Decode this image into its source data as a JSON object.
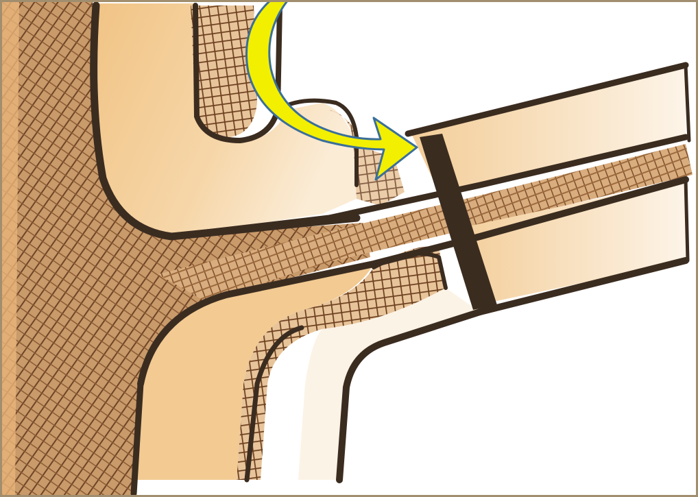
{
  "figure": {
    "type": "hand-drawn anatomical cross-section illustration",
    "text": "",
    "colors": {
      "background": "#ffffff",
      "frame": "#a08e6e",
      "tan_fill": "#f1c486",
      "tan_light": "#f8dfb8",
      "brown_hatch": "#7a4e2a",
      "outline": "#3b2c20",
      "arrow_fill": "#f2ef00",
      "arrow_edge": "#3a6f9a"
    },
    "regions": [
      {
        "name": "outer-hatched-mass",
        "pattern": "crosshatch"
      },
      {
        "name": "upper-tan-chamber",
        "pattern": "solid"
      },
      {
        "name": "upper-grid-band",
        "pattern": "grid"
      },
      {
        "name": "diagonal-hatched-band",
        "pattern": "crosshatch"
      },
      {
        "name": "lower-grid-band",
        "pattern": "grid"
      },
      {
        "name": "lower-tan-channel",
        "pattern": "solid"
      },
      {
        "name": "right-upper-tube",
        "pattern": "solid"
      },
      {
        "name": "right-lower-tube",
        "pattern": "solid"
      },
      {
        "name": "vertical-partition",
        "pattern": "solid"
      }
    ],
    "arrow": {
      "icon": "curved-arrow-icon",
      "direction": "down-right"
    }
  }
}
